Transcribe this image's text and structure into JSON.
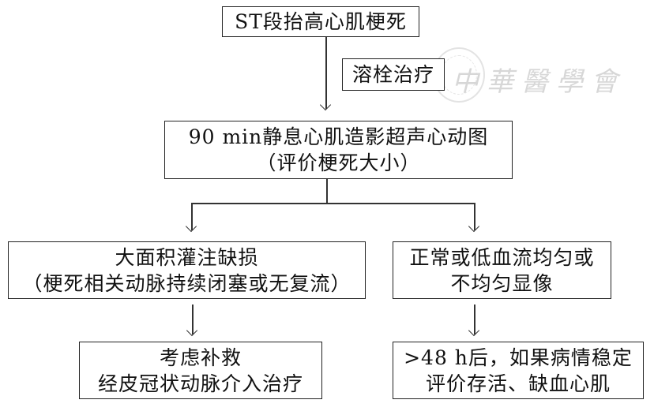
{
  "diagram": {
    "nodes": {
      "stemi": {
        "lines": [
          "ST段抬高心肌梗死"
        ]
      },
      "thrombolysis": {
        "lines": [
          "溶栓治疗"
        ]
      },
      "echo": {
        "lines": [
          "90 min静息心肌造影超声心动图",
          "（评价梗死大小）"
        ]
      },
      "large_defect": {
        "lines": [
          "大面积灌注缺损",
          "（梗死相关动脉持续闭塞或无复流）"
        ]
      },
      "normal_flow": {
        "lines": [
          "正常或低血流均匀或",
          "不均匀显像"
        ]
      },
      "rescue_pci": {
        "lines": [
          "考虑补救",
          "经皮冠状动脉介入治疗"
        ]
      },
      "assess_later": {
        "lines": [
          ">48 h后，如果病情稳定",
          "评价存活、缺血心肌"
        ]
      }
    },
    "edges": [
      {
        "from": "stemi",
        "to": "echo",
        "label_node": "thrombolysis"
      },
      {
        "from": "echo",
        "to": "large_defect"
      },
      {
        "from": "echo",
        "to": "normal_flow"
      },
      {
        "from": "large_defect",
        "to": "rescue_pci"
      },
      {
        "from": "normal_flow",
        "to": "assess_later"
      }
    ],
    "watermark": "中華醫學會",
    "colors": {
      "line": "#333333",
      "text": "#111111",
      "watermark": "#d7d7d7"
    }
  }
}
